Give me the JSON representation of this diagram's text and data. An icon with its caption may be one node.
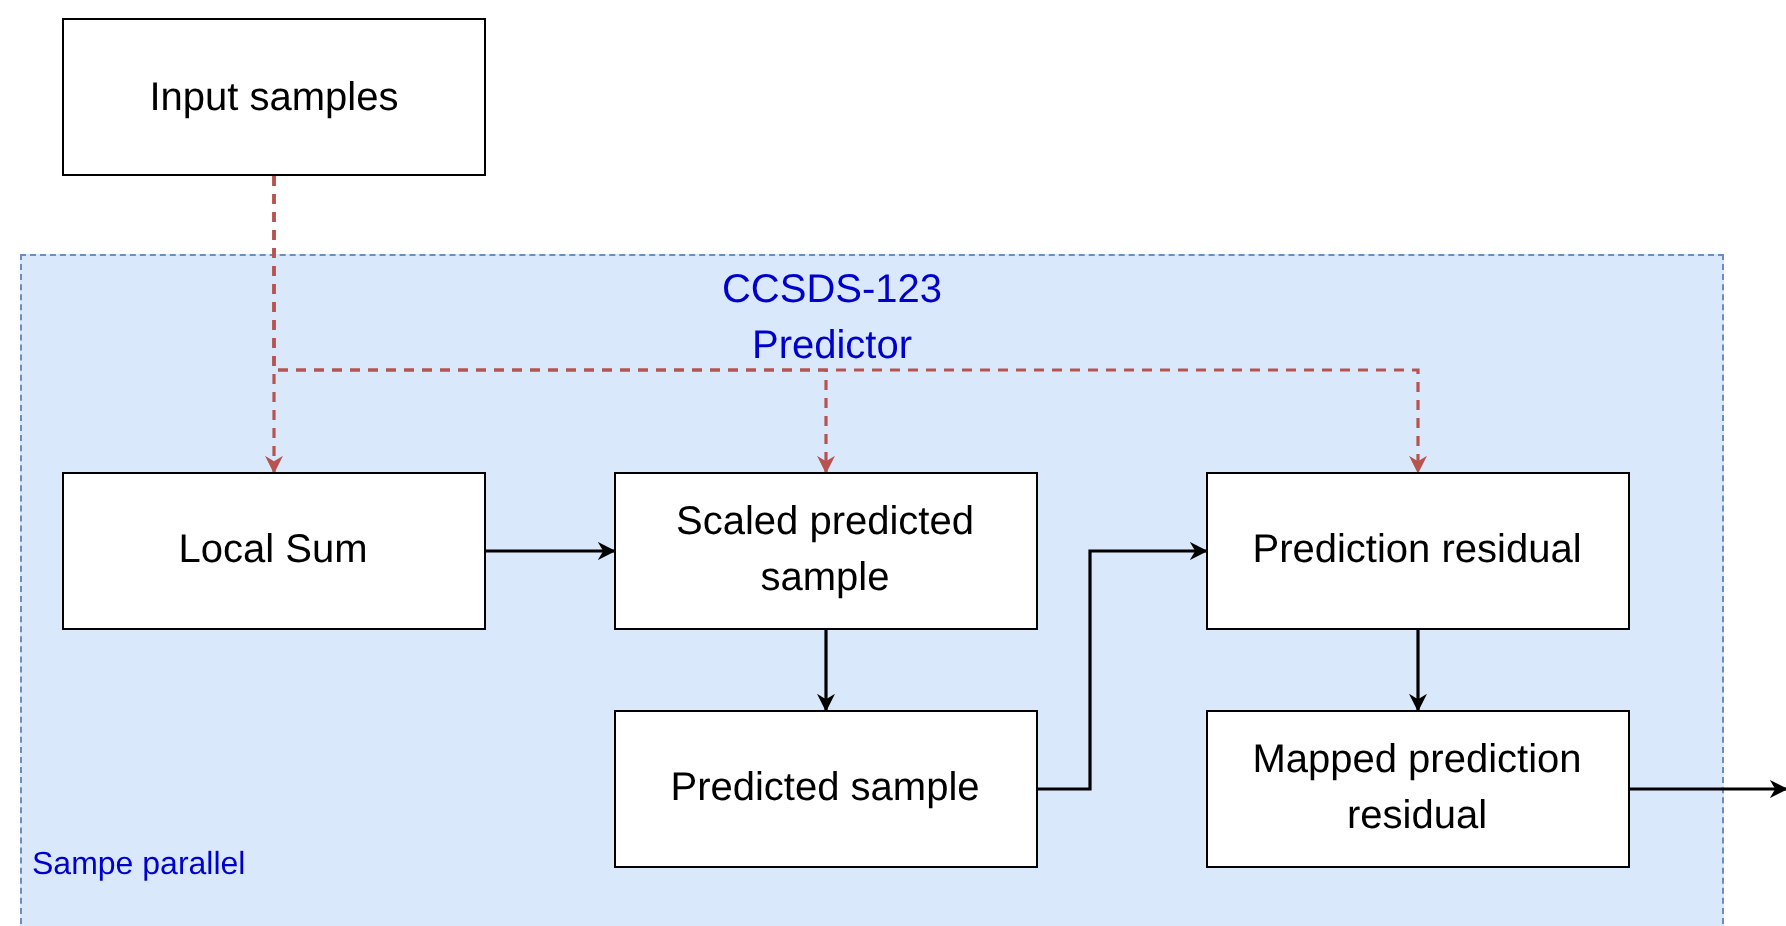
{
  "diagram": {
    "nodes": [
      {
        "text": [
          "Input samples"
        ]
      },
      {
        "text": [
          "CCSDS-123 Predictor",
          "Sampe parallel"
        ]
      },
      {
        "text": [
          "Local Sum"
        ],
        "in": 1
      },
      {
        "text": [
          "Scaled predicted sample"
        ],
        "in": 1
      },
      {
        "text": [
          "Predicted sample"
        ],
        "in": 1
      },
      {
        "text": [
          "Prediction residual"
        ],
        "in": 1
      },
      {
        "text": [
          "Mapped prediction residual"
        ],
        "in": 1
      }
    ],
    "edges": [
      {
        "from": 0,
        "to": 2,
        "arrow": "to",
        "style": "dashed",
        "color": "#b85450"
      },
      {
        "from": 0,
        "to": 3,
        "arrow": "to",
        "style": "dashed",
        "color": "#b85450"
      },
      {
        "from": 0,
        "to": 5,
        "arrow": "to",
        "style": "dashed",
        "color": "#b85450"
      },
      {
        "from": 2,
        "to": 3,
        "arrow": "to"
      },
      {
        "from": 3,
        "to": 4,
        "arrow": "to"
      },
      {
        "from": 4,
        "to": 5,
        "arrow": "to"
      },
      {
        "from": 5,
        "to": 6,
        "arrow": "to"
      },
      {
        "from": 6,
        "to": null,
        "arrow": "to"
      }
    ]
  }
}
